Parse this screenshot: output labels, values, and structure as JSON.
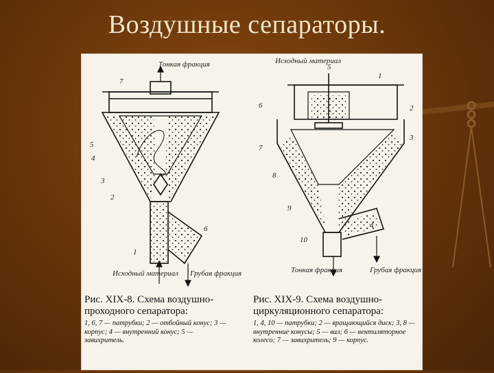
{
  "slide": {
    "title": "Воздушные сепараторы."
  },
  "figure_left": {
    "labels": {
      "top": "Тонкая фракция",
      "bottom_left": "Исходный материал",
      "bottom_right": "Грубая фракция",
      "n7": "7",
      "n5": "5",
      "n4": "4",
      "n3": "3",
      "n2": "2",
      "n1": "1",
      "n6": "6"
    },
    "caption_title": "Рис. XIX-8. Схема воздушно-проходного сепаратора:",
    "caption_body": "1, 6, 7 — патрубки; 2 — отбойный конус; 3 — корпус; 4 — внутренний конус; 5 — завихритель."
  },
  "figure_right": {
    "labels": {
      "top": "Исходный материал",
      "bottom_left": "Тонкая фракция",
      "bottom_right": "Грубая фракция",
      "n5": "5",
      "n1": "1",
      "n6": "6",
      "n2": "2",
      "n3": "3",
      "n7": "7",
      "n8": "8",
      "n9": "9",
      "n4": "4",
      "n10": "10"
    },
    "caption_title": "Рис. XIX-9. Схема воздушно-циркуляционного сепаратора:",
    "caption_body": "1, 4, 10 — патрубки; 2 — вращающийся диск; 3, 8 — внутренние конусы; 5 — вал; 6 — вентиляторное колесо; 7 — завихритель; 9 — корпус."
  }
}
